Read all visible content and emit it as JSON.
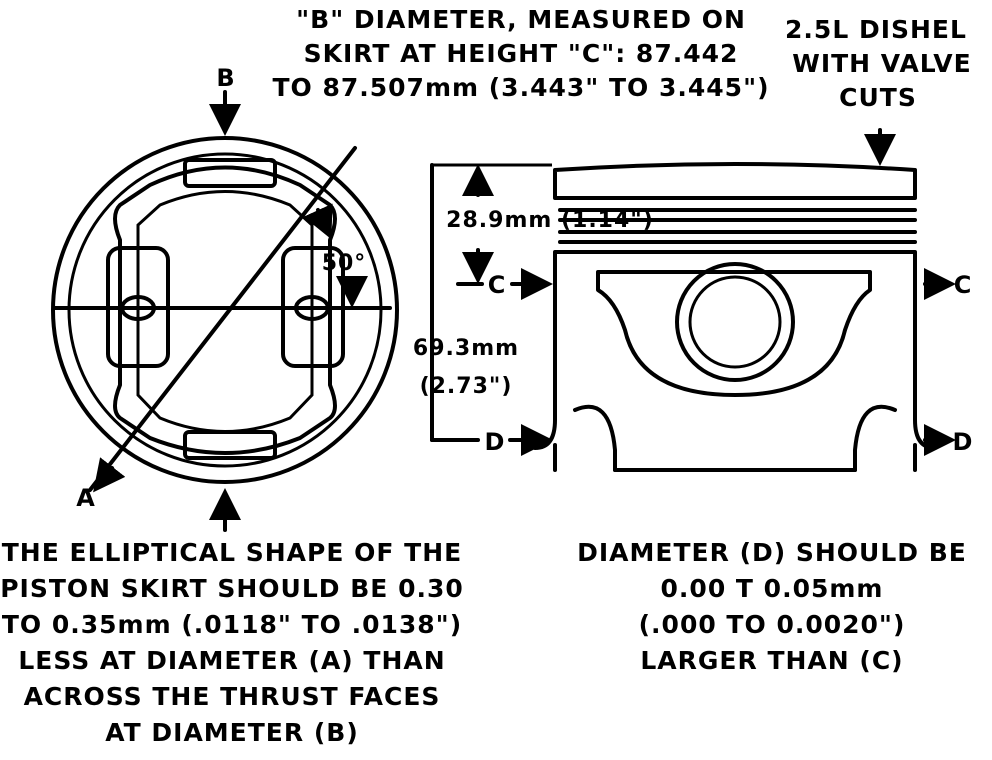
{
  "top_view": {
    "label_b": "B",
    "label_a": "A",
    "angle": "50°"
  },
  "side_view": {
    "label_c_left": "C",
    "label_c_right": "C",
    "label_d_left": "D",
    "label_d_right": "D",
    "ring_height": "28.9mm (1.14\")",
    "skirt_height_mm": "69.3mm",
    "skirt_height_in": "(2.73\")"
  },
  "callouts": {
    "b_diameter": [
      "\"B\" DIAMETER, MEASURED ON",
      "SKIRT AT HEIGHT \"C\": 87.442",
      "TO 87.507mm (3.443\" TO 3.445\")"
    ],
    "dished": [
      "2.5L DISHEL",
      "WITH VALVE",
      "CUTS"
    ],
    "elliptical": [
      "THE ELLIPTICAL SHAPE OF THE",
      "PISTON SKIRT SHOULD BE 0.30",
      "TO 0.35mm (.0118\" TO .0138\")",
      "LESS AT DIAMETER (A) THAN",
      "ACROSS THE THRUST FACES",
      "AT DIAMETER (B)"
    ],
    "diameter_d": [
      "DIAMETER (D) SHOULD BE",
      "0.00 T 0.05mm",
      "(.000 TO 0.0020\")",
      "LARGER THAN (C)"
    ]
  }
}
